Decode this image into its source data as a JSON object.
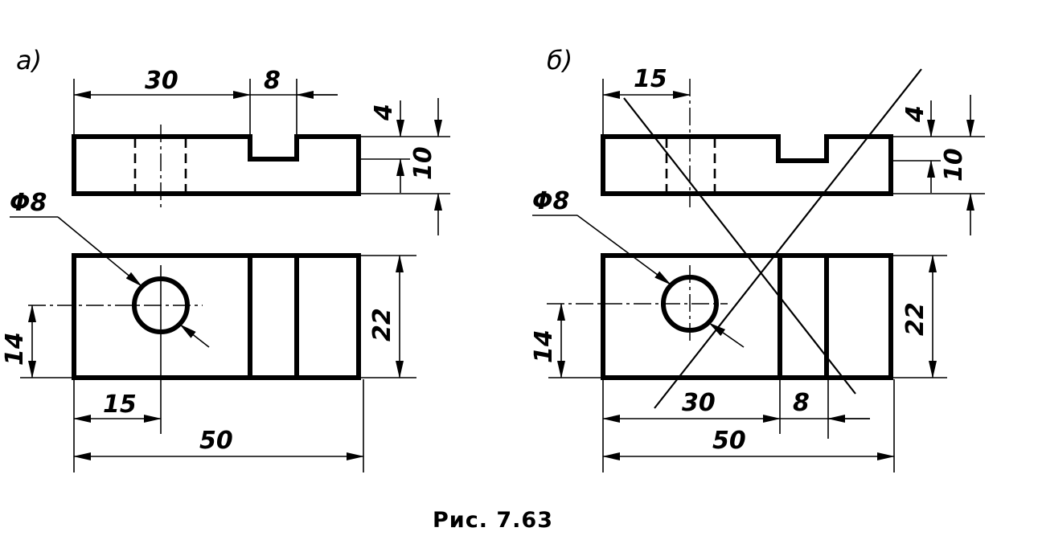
{
  "caption": "Рис. 7.63",
  "view_a": {
    "label": "а)",
    "dims": {
      "slot_position": "30",
      "slot_width": "8",
      "slot_depth": "4",
      "height": "10",
      "hole_diameter": "Φ8",
      "hole_y": "14",
      "depth": "22",
      "hole_x": "15",
      "length": "50"
    }
  },
  "view_b": {
    "label": "б)",
    "dims": {
      "hole_x": "15",
      "slot_depth": "4",
      "height": "10",
      "hole_diameter": "Φ8",
      "hole_y": "14",
      "depth": "22",
      "slot_position": "30",
      "slot_width": "8",
      "length": "50"
    }
  }
}
